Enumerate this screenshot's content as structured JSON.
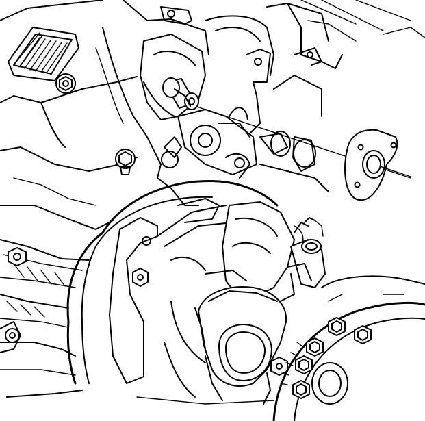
{
  "diagram": {
    "background_color": "#ffffff",
    "line_color": "#000000",
    "components": [
      "intake-grille",
      "engine-block",
      "timing-cover",
      "front-crank-seal",
      "seal-installer-tool",
      "crankshaft-pulley",
      "thermostat-housing",
      "water-outlet",
      "hose-nipples",
      "flywheel",
      "mounting-bolts",
      "flywheel-bolts"
    ]
  }
}
